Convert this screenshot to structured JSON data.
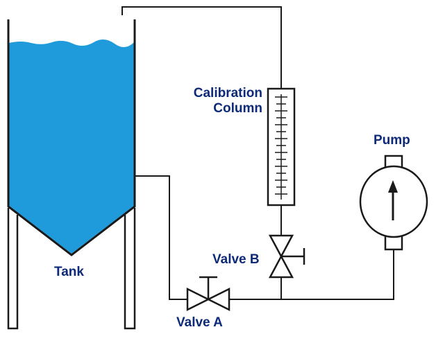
{
  "labels": {
    "calibration_line1": "Calibration",
    "calibration_line2": "Column",
    "pump": "Pump",
    "tank": "Tank",
    "valve_b": "Valve B",
    "valve_a": "Valve A"
  },
  "colors": {
    "line": "#1a1a1a",
    "water": "#1f9bdc",
    "label": "#0d2a78",
    "background": "#ffffff"
  },
  "icons": {
    "pump": "circle-with-up-arrow",
    "valve": "bowtie-gate-valve"
  }
}
